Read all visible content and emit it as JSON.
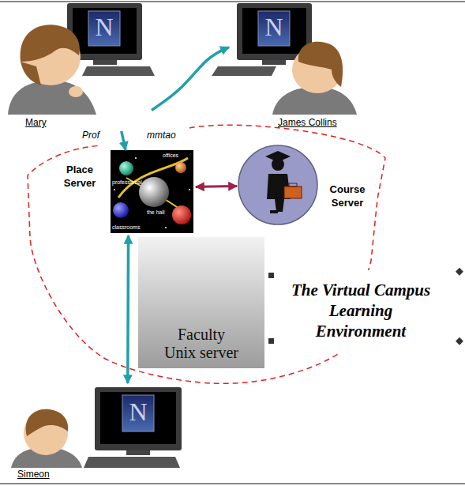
{
  "diagram": {
    "nodes": [
      {
        "text": [
          "Mary"
        ]
      },
      {
        "text": [
          "James Collins"
        ]
      },
      {
        "text": [
          "Place Server"
        ]
      },
      {
        "text": [
          "Course Server"
        ]
      },
      {
        "text": [
          "Faculty Unix server"
        ]
      },
      {
        "text": [
          "The Virtual Campus Learning Environment"
        ]
      },
      {
        "text": [
          "Simeon"
        ]
      }
    ],
    "edges": [
      {
        "from": 0,
        "to": 1,
        "arrow": "to"
      },
      {
        "from": 0,
        "to": 2,
        "arrow": "to"
      },
      {
        "from": 2,
        "to": 3,
        "arrow": "both"
      },
      {
        "from": 2,
        "to": 6,
        "arrow": "both"
      }
    ],
    "labels": [
      "N",
      "N",
      "Prof",
      "mmtao",
      "offices",
      "professional",
      "the hall",
      "classrooms",
      "N"
    ]
  }
}
